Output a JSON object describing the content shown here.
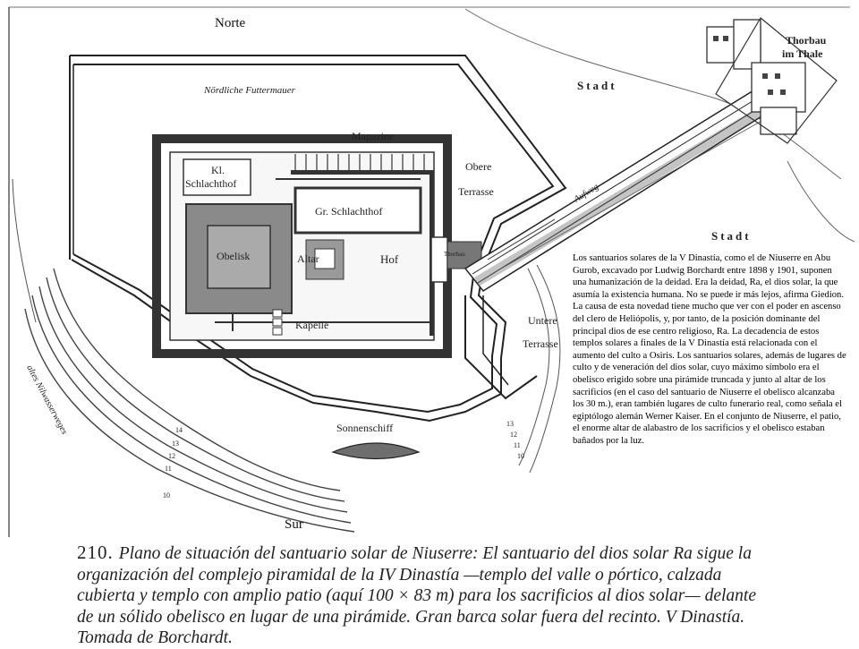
{
  "compass": {
    "north": "Norte",
    "south": "Sur"
  },
  "map_labels": {
    "futtermauer": "Nördliche Futtermauer",
    "magazine": "Magazine",
    "kl_schlachthof_1": "Kl.",
    "kl_schlachthof_2": "Schlachthof",
    "gr_schlachthof": "Gr. Schlachthof",
    "obelisk": "Obelisk",
    "altar": "Altar",
    "hof": "Hof",
    "kapelle": "Kapelle",
    "obere_1": "Obere",
    "obere_2": "Terrasse",
    "untere_1": "Untere",
    "untere_2": "Terrasse",
    "sonnenschiff": "Sonnenschiff",
    "stadt_1": "Stadt",
    "stadt_2": "Stadt",
    "thorbau_1": "Thorbau",
    "thorbau_2": "im Thale",
    "aufweg": "Aufweg",
    "thorbau_small": "Thorbau",
    "contour_labels": [
      "14",
      "13",
      "12",
      "11",
      "10",
      "13",
      "12",
      "11",
      "10"
    ],
    "nilwasser": "altes Nilwasserweges"
  },
  "paragraph": "Los santuarios solares de la V Dinastía, como el de Niuserre en Abu Gurob, excavado por Ludwig Borchardt entre 1898 y 1901, suponen una humanización de la deidad. Era la deidad, Ra, el dios solar, la que asumía la existencia humana. No se puede ir más lejos, afirma Giedion.  La causa de esta novedad tiene mucho que ver con el poder en ascenso del clero de Heliópolis, y, por tanto, de la posición dominante del principal dios de ese centro religioso,  Ra.  La decadencia de estos templos solares a finales de la V Dinastía está relacionada con el aumento del culto a Osiris.  Los santuarios solares, además de lugares de culto y de veneración del dios solar, cuyo máximo símbolo era el obelisco erigido sobre una pirámide truncada y junto al altar de los sacrificios (en el caso del santuario de Niuserre  el obelisco alcanzaba los 30 m.), eran también lugares de culto funerario real, como señala el egiptólogo alemán Werner Kaiser. En el conjunto de Niuserre,  el patio, el enorme altar de alabastro de los sacrificios y el obelisco estaban bañados por la luz.",
  "caption": {
    "number": "210.",
    "text": "Plano de situación del santuario solar de Niuserre: El santuario del dios solar Ra sigue la organización del complejo piramidal de la IV Dinastía —templo del valle o pórtico, calzada cubierta y templo con amplio patio (aquí 100 × 83 m) para los sacrificios al dios solar— delante de un sólido obelisco en lugar de una pirámide. Gran barca solar fuera del recinto. V Dinastía. Tomada de Borchardt."
  }
}
